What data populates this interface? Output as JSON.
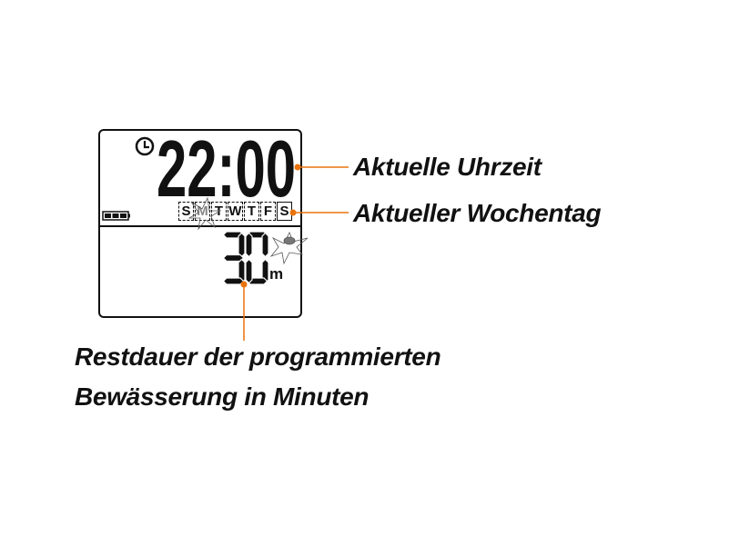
{
  "display": {
    "time": "22:00",
    "weekdays": [
      "S",
      "M",
      "T",
      "W",
      "T",
      "F",
      "S"
    ],
    "active_day_index": 6,
    "remaining": "30",
    "remaining_unit": "m"
  },
  "labels": {
    "time": "Aktuelle Uhrzeit",
    "weekday": "Aktueller Wochentag",
    "remaining_line1": "Restdauer der programmierten",
    "remaining_line2": "Bewässerung in Minuten"
  },
  "colors": {
    "accent": "#E8730C",
    "lcd": "#111111"
  }
}
